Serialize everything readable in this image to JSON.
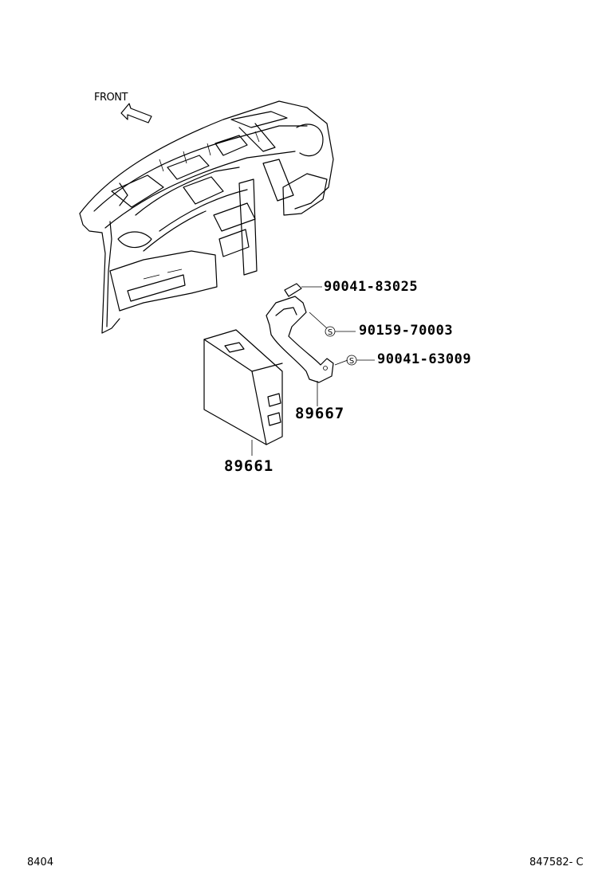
{
  "front_label": "FRONT",
  "parts": {
    "nut_top": "90041-83025",
    "screw_mid": "90159-70003",
    "screw_low": "90041-63009",
    "bracket": "89667",
    "module": "89661"
  },
  "symbols": {
    "fastener_mark": "S"
  },
  "footer": {
    "left_code": "8404",
    "right_code": "847582- C"
  }
}
